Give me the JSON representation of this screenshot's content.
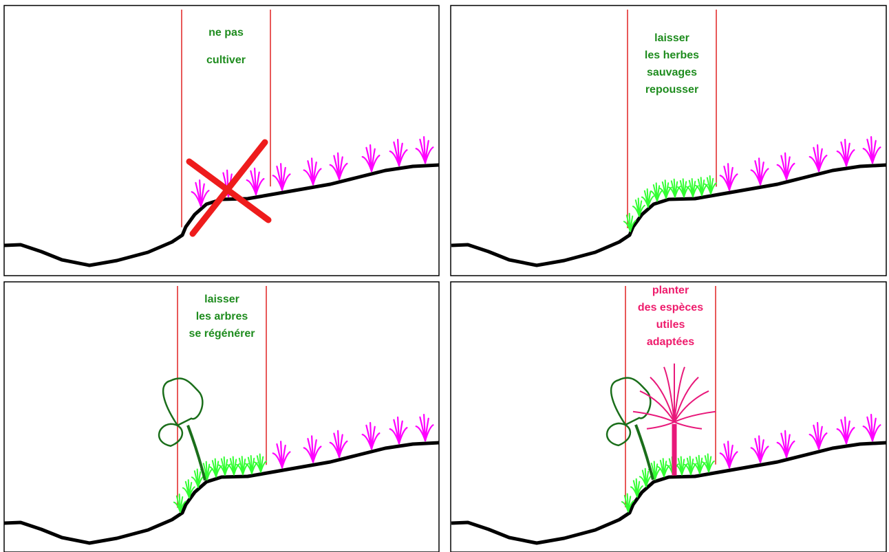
{
  "colors": {
    "ground": "#000000",
    "border": "#000000",
    "zone_line": "#e02020",
    "cross": "#ee1c1c",
    "crop": "#ff00ff",
    "grass": "#33ff33",
    "tree": "#1a6e1a",
    "palm": "#e8187a",
    "label_green": "#1e8c1e",
    "label_pink": "#ee1c6c"
  },
  "panels": [
    {
      "id": "top-left",
      "label_lines": [
        "ne pas",
        "cultiver"
      ],
      "label_color": "green",
      "has_cross": true,
      "has_grass": false,
      "has_tree": false,
      "has_palm": false,
      "crops_in_zone": true
    },
    {
      "id": "top-right",
      "label_lines": [
        "laisser",
        "les herbes",
        "sauvages",
        "repousser"
      ],
      "label_color": "green",
      "has_cross": false,
      "has_grass": true,
      "has_tree": false,
      "has_palm": false,
      "crops_in_zone": false
    },
    {
      "id": "bottom-left",
      "label_lines": [
        "laisser",
        "les arbres",
        "se régénérer"
      ],
      "label_color": "green",
      "has_cross": false,
      "has_grass": true,
      "has_tree": true,
      "has_palm": false,
      "crops_in_zone": false
    },
    {
      "id": "bottom-right",
      "label_lines": [
        "planter",
        "des espèces",
        "utiles",
        "adaptées"
      ],
      "label_color": "pink",
      "has_cross": false,
      "has_grass": true,
      "has_tree": true,
      "has_palm": true,
      "crops_in_zone": false
    }
  ]
}
